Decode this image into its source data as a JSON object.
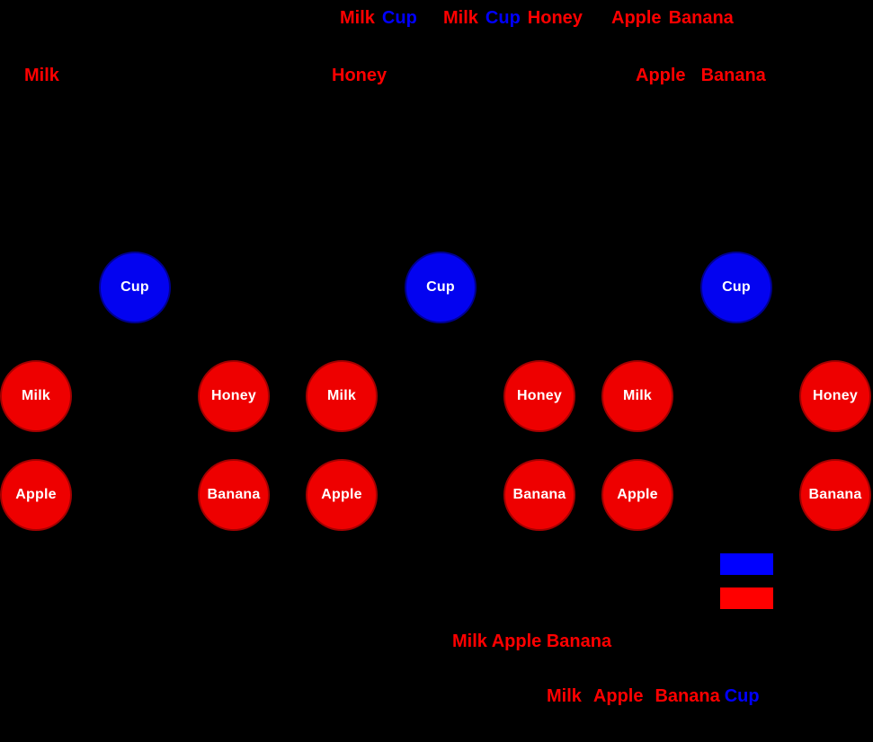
{
  "colors": {
    "background": "#000000",
    "red": "#ff0000",
    "blue": "#0000ff",
    "node_red_fill": "#ee0000",
    "node_red_border": "#a30000",
    "node_blue_fill": "#0303f0",
    "node_blue_border": "#00008f",
    "node_label": "#ffffff"
  },
  "annotations": {
    "top_row": [
      {
        "segments": [
          {
            "text": "Milk",
            "color": "red"
          },
          {
            "text": "Cup",
            "color": "blue"
          }
        ]
      },
      {
        "segments": [
          {
            "text": "Milk",
            "color": "red"
          },
          {
            "text": "Cup",
            "color": "blue"
          },
          {
            "text": "Honey",
            "color": "red"
          }
        ]
      },
      {
        "segments": [
          {
            "text": "Apple",
            "color": "red"
          },
          {
            "text": "Banana",
            "color": "red"
          }
        ]
      }
    ],
    "second_row": [
      {
        "segments": [
          {
            "text": "Milk",
            "color": "red"
          }
        ]
      },
      {
        "segments": [
          {
            "text": "Honey",
            "color": "red"
          }
        ]
      },
      {
        "segments": [
          {
            "text": "Apple",
            "color": "red"
          },
          {
            "text": "Banana",
            "color": "red"
          }
        ]
      }
    ],
    "bottom_rows": [
      {
        "segments": [
          {
            "text": "Milk Apple Banana",
            "color": "red"
          }
        ]
      },
      {
        "segments": [
          {
            "text": "Milk",
            "color": "red"
          },
          {
            "text": "Apple",
            "color": "red"
          },
          {
            "text": "Banana",
            "color": "red"
          },
          {
            "text": "Cup",
            "color": "blue"
          }
        ]
      }
    ]
  },
  "trees": [
    {
      "name": "tree-1",
      "nodes": {
        "cup": "Cup",
        "milk": "Milk",
        "honey": "Honey",
        "apple": "Apple",
        "banana": "Banana"
      }
    },
    {
      "name": "tree-2",
      "nodes": {
        "cup": "Cup",
        "milk": "Milk",
        "honey": "Honey",
        "apple": "Apple",
        "banana": "Banana"
      }
    },
    {
      "name": "tree-3",
      "nodes": {
        "cup": "Cup",
        "milk": "Milk",
        "honey": "Honey",
        "apple": "Apple",
        "banana": "Banana"
      }
    }
  ],
  "legend": {
    "swatches": [
      {
        "name": "cup-swatch",
        "color": "blue"
      },
      {
        "name": "item-swatch",
        "color": "red"
      }
    ]
  }
}
